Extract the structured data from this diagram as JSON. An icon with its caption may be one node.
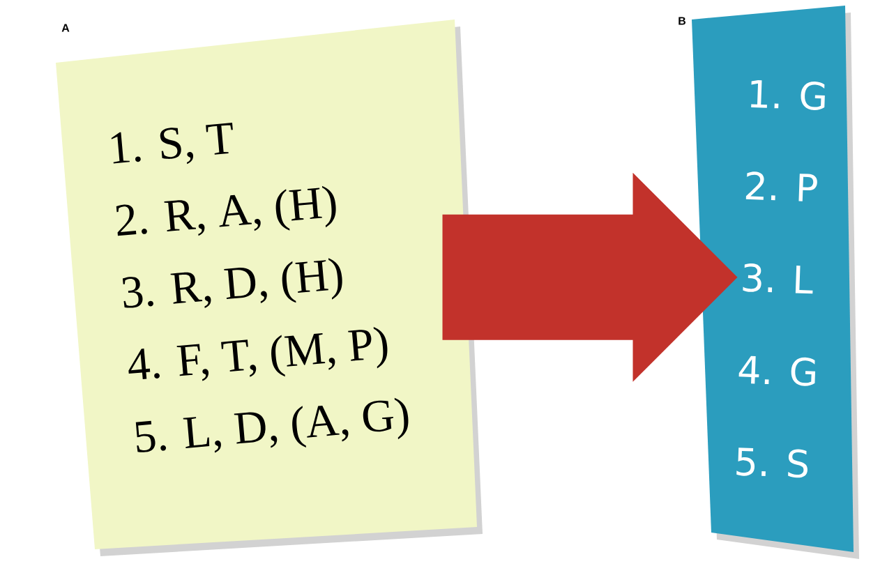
{
  "diagram": {
    "nodes": [
      {
        "text": [
          "1.  S, T",
          "2. R, A, (H)",
          "3. R, D, (H)",
          "4. F, T, (M, P)",
          "5. L, D, (A, G)"
        ],
        "beside": [
          "A"
        ]
      },
      {
        "text": [
          "1. G",
          "2. P",
          "3. L",
          "4. G",
          "5. S"
        ],
        "beside": [
          "B"
        ]
      }
    ],
    "edges": [
      {
        "from": 0,
        "to": 1,
        "arrow": "to"
      }
    ]
  }
}
